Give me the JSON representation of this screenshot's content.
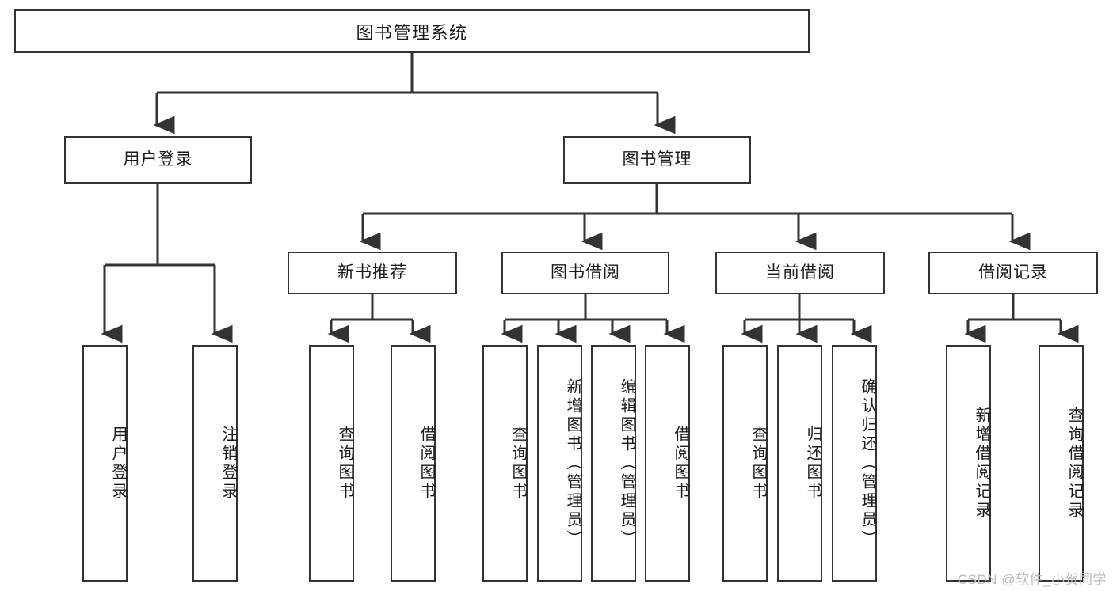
{
  "diagram": {
    "title": "图书管理系统",
    "type": "tree-hierarchy",
    "watermark": "CSDN @软件_小贺同学",
    "colors": {
      "background": "#ffffff",
      "box_border": "#333333",
      "box_fill": "#ffffff",
      "text": "#1a1a1a",
      "connector": "#333333",
      "watermark": "#b9b9b9"
    },
    "root": {
      "label": "图书管理系统"
    },
    "level1": [
      {
        "label": "用户登录"
      },
      {
        "label": "图书管理"
      }
    ],
    "level2": [
      {
        "label": "新书推荐"
      },
      {
        "label": "图书借阅"
      },
      {
        "label": "当前借阅"
      },
      {
        "label": "借阅记录"
      }
    ],
    "leaves": {
      "user_login": [
        {
          "label": "用户登录"
        },
        {
          "label": "注销登录"
        }
      ],
      "new_book_recommend": [
        {
          "label": "查询图书"
        },
        {
          "label": "借阅图书"
        }
      ],
      "book_borrow": [
        {
          "label": "查询图书"
        },
        {
          "label": "新增图书（管理员）"
        },
        {
          "label": "编辑图书（管理员）"
        },
        {
          "label": "借阅图书"
        }
      ],
      "current_borrow": [
        {
          "label": "查询图书"
        },
        {
          "label": "归还图书"
        },
        {
          "label": "确认归还（管理员）"
        }
      ],
      "borrow_records": [
        {
          "label": "新增借阅记录"
        },
        {
          "label": "查询借阅记录"
        }
      ]
    }
  }
}
